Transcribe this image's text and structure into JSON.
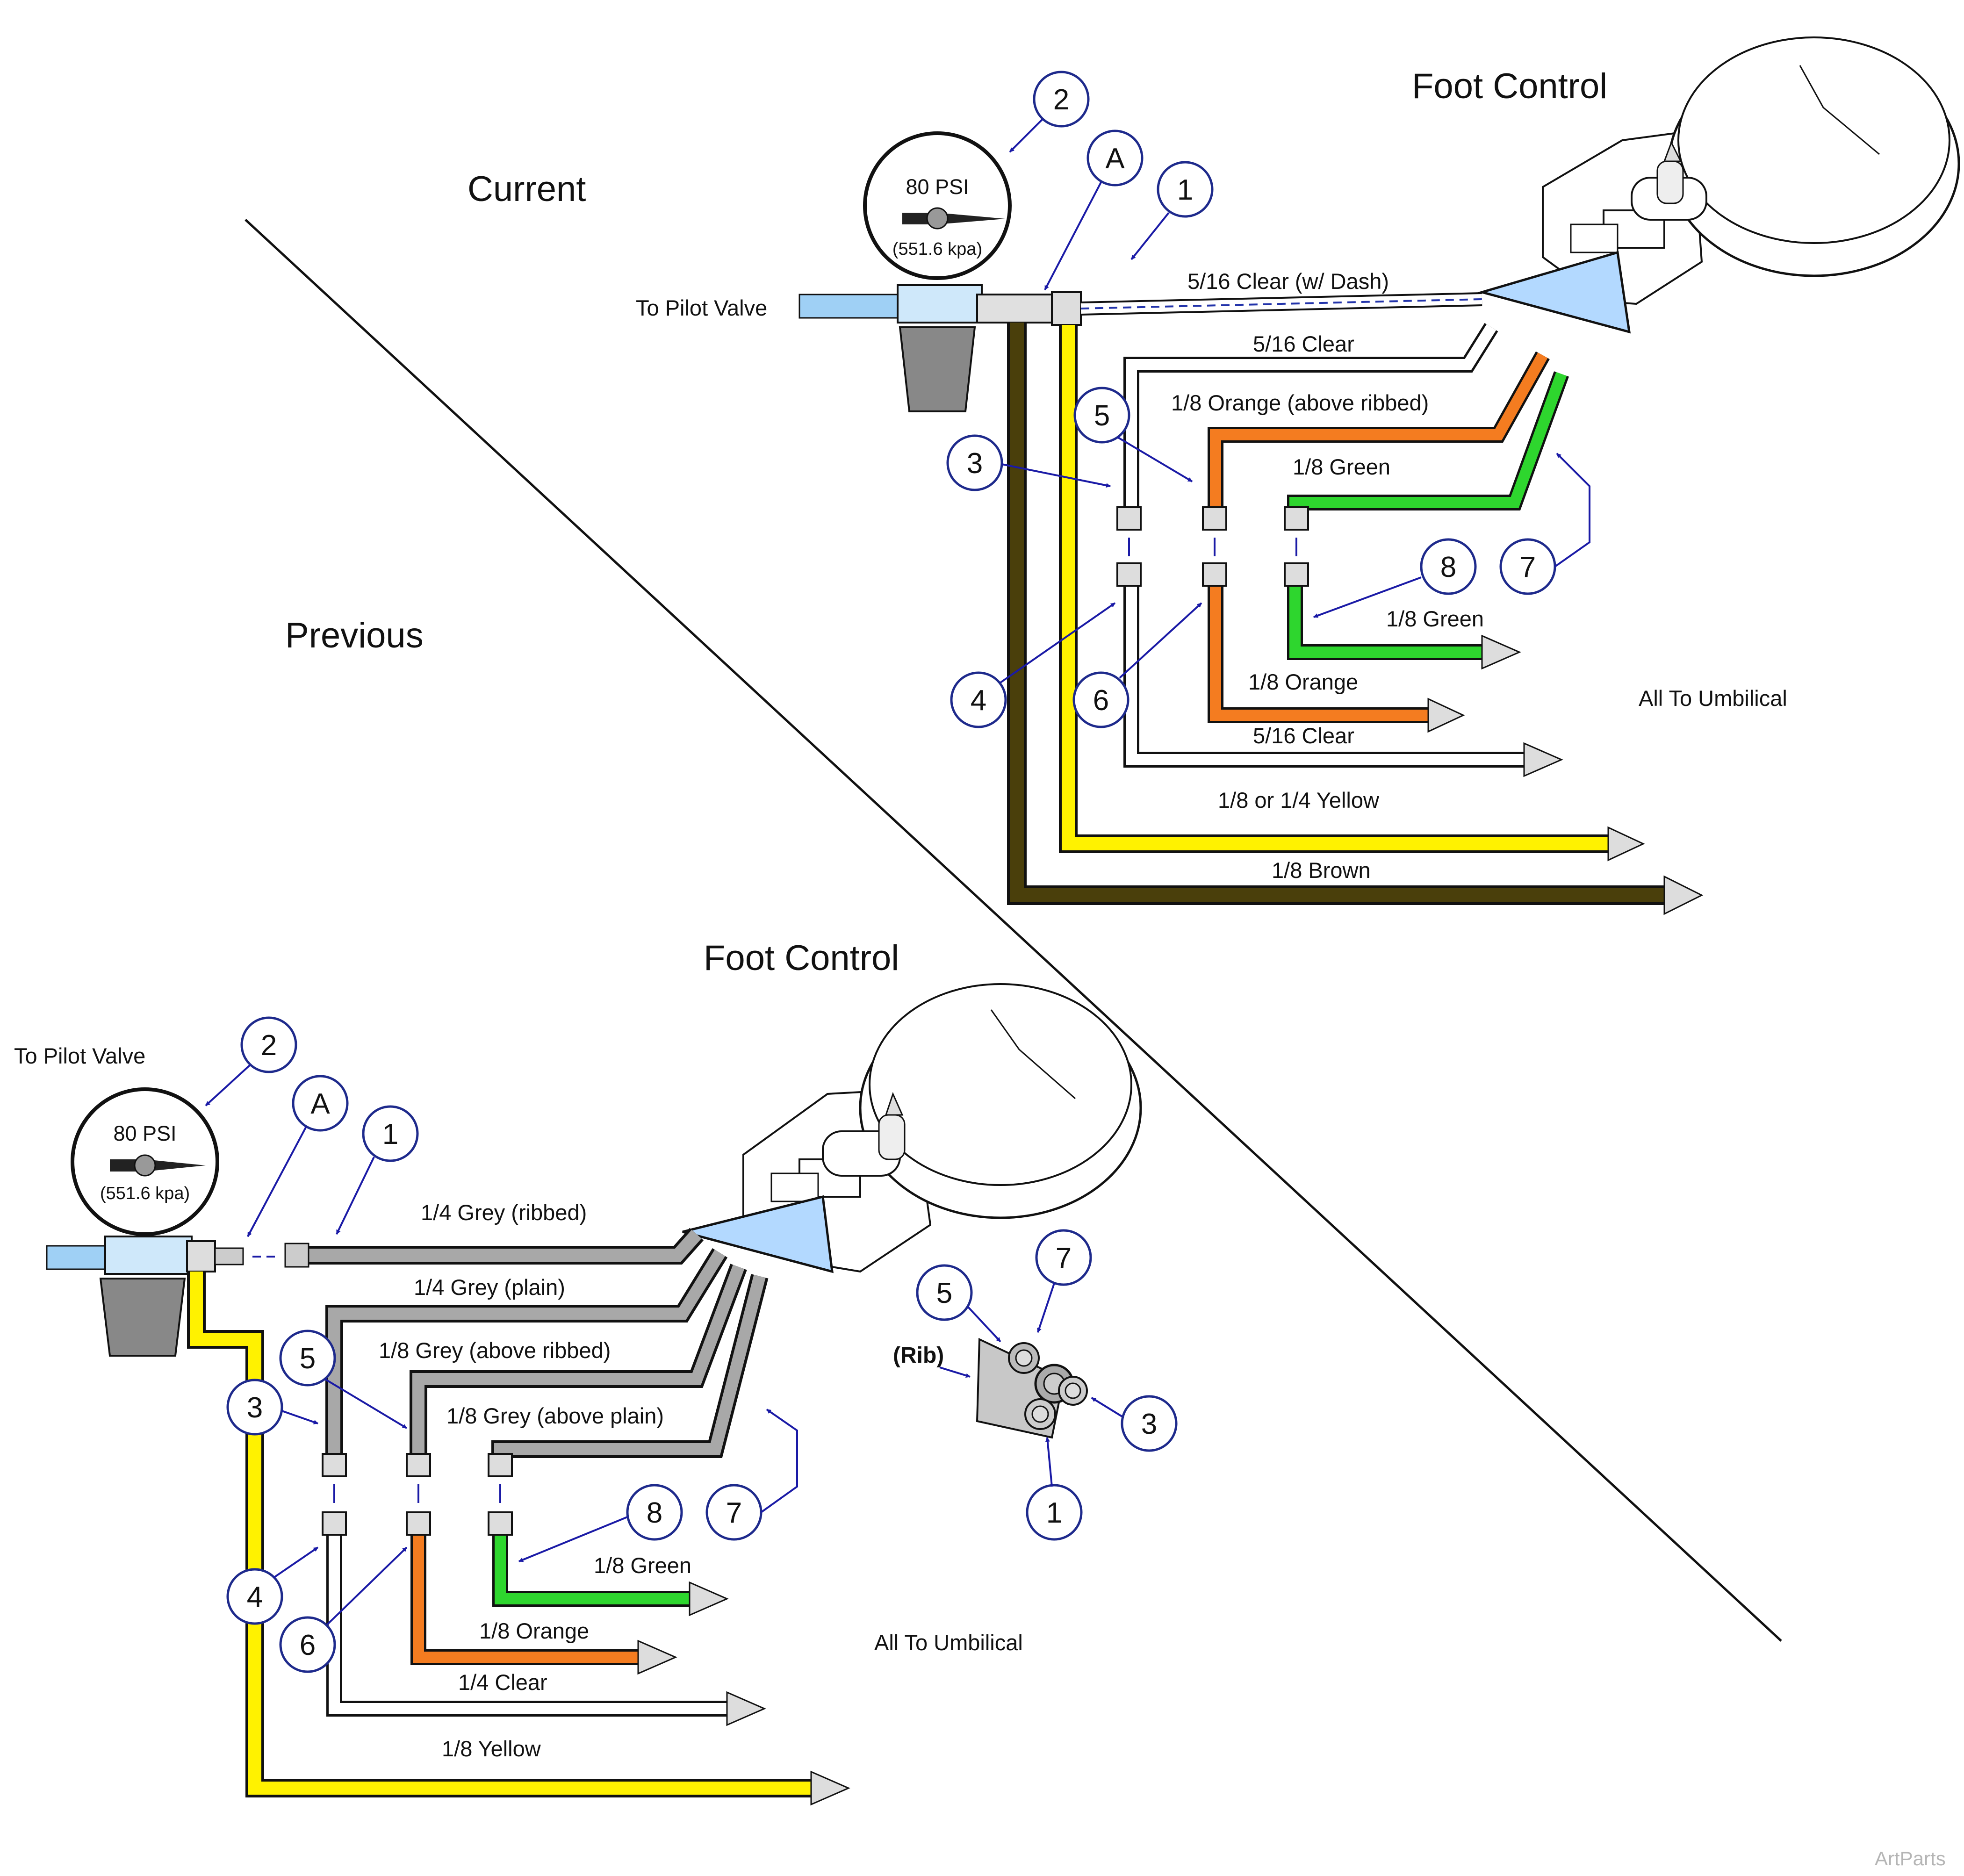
{
  "current": {
    "title": "Current",
    "foot_control_title": "Foot Control",
    "gauge": {
      "pressure": "80 PSI",
      "metric": "(551.6 kpa)"
    },
    "to_pilot_valve": "To Pilot Valve",
    "all_to_umbilical": "All To Umbilical",
    "tubing_labels": [
      "5/16 Clear (w/ Dash)",
      "5/16 Clear",
      "1/8 Orange (above ribbed)",
      "1/8 Green",
      "1/8 Green",
      "1/8 Orange",
      "5/16 Clear",
      "1/8 or 1/4 Yellow",
      "1/8 Brown"
    ],
    "callouts": [
      "2",
      "A",
      "1",
      "5",
      "3",
      "8",
      "7",
      "4",
      "6"
    ]
  },
  "previous": {
    "title": "Previous",
    "foot_control_title": "Foot Control",
    "gauge": {
      "pressure": "80 PSI",
      "metric": "(551.6 kpa)"
    },
    "to_pilot_valve": "To Pilot Valve",
    "all_to_umbilical": "All To Umbilical",
    "tubing_labels": [
      "1/4 Grey (ribbed)",
      "1/4 Grey (plain)",
      "1/8 Grey (above ribbed)",
      "1/8 Grey (above plain)",
      "1/8 Green",
      "1/8 Orange",
      "1/4 Clear",
      "1/8 Yellow"
    ],
    "callouts": [
      "2",
      "A",
      "1",
      "5",
      "3",
      "7",
      "8",
      "4",
      "6"
    ],
    "bundle": {
      "rib_label": "(Rib)",
      "callouts": [
        "7",
        "5",
        "3",
        "1"
      ]
    }
  },
  "colors": {
    "yellow": "#FFF200",
    "brown": "#4A3F0B",
    "orange": "#F47C20",
    "green": "#2ED62E",
    "grey": "#A8A8A8",
    "clear": "#FFFFFF",
    "arrow_blue": "#B3D9FF",
    "callout_ring": "#1E2A8C",
    "leader": "#1a1aa6"
  },
  "watermark": "ArtParts"
}
